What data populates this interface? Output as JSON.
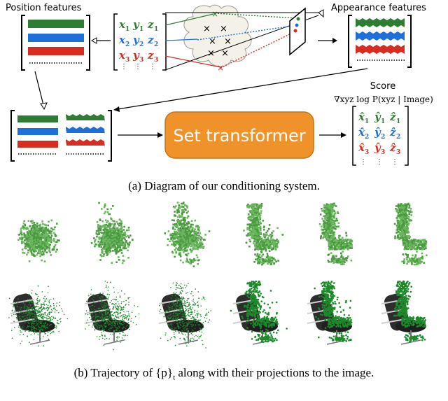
{
  "panel_a": {
    "position_features_label": "Position features",
    "appearance_features_label": "Appearance features",
    "score_label": "Score",
    "score_formula": "∇xyz log P(xyz | Image)",
    "set_transformer_label": "Set transformer",
    "matrix_rows": [
      {
        "x": "x",
        "y": "y",
        "z": "z",
        "idx": "1",
        "color": "#2e7d32"
      },
      {
        "x": "x",
        "y": "y",
        "z": "z",
        "idx": "2",
        "color": "#1e6fd9"
      },
      {
        "x": "x",
        "y": "y",
        "z": "z",
        "idx": "3",
        "color": "#d62d20"
      }
    ],
    "output_rows": [
      {
        "x": "x̂",
        "y": "ŷ",
        "z": "ẑ",
        "idx": "1",
        "color": "#2e7d32"
      },
      {
        "x": "x̂",
        "y": "ŷ",
        "z": "ẑ",
        "idx": "2",
        "color": "#1e6fd9"
      },
      {
        "x": "x̂",
        "y": "ŷ",
        "z": "ẑ",
        "idx": "3",
        "color": "#d62d20"
      }
    ],
    "caption": "(a) Diagram of our conditioning system."
  },
  "panel_b": {
    "caption": "(b) Trajectory of {p}t along with their projections to the image.",
    "caption_main": "(b) Trajectory of ",
    "caption_set": "{p}",
    "caption_sub": "t",
    "caption_tail": " along with their projections to the image."
  },
  "colors": {
    "green": "#2e7d32",
    "blue": "#1e6fd9",
    "red": "#d62d20",
    "transformer_fill": "#f0922a",
    "transformer_border": "#c4731a",
    "point_green": "#5aa84e",
    "chair_dark": "#2d2d2d"
  }
}
